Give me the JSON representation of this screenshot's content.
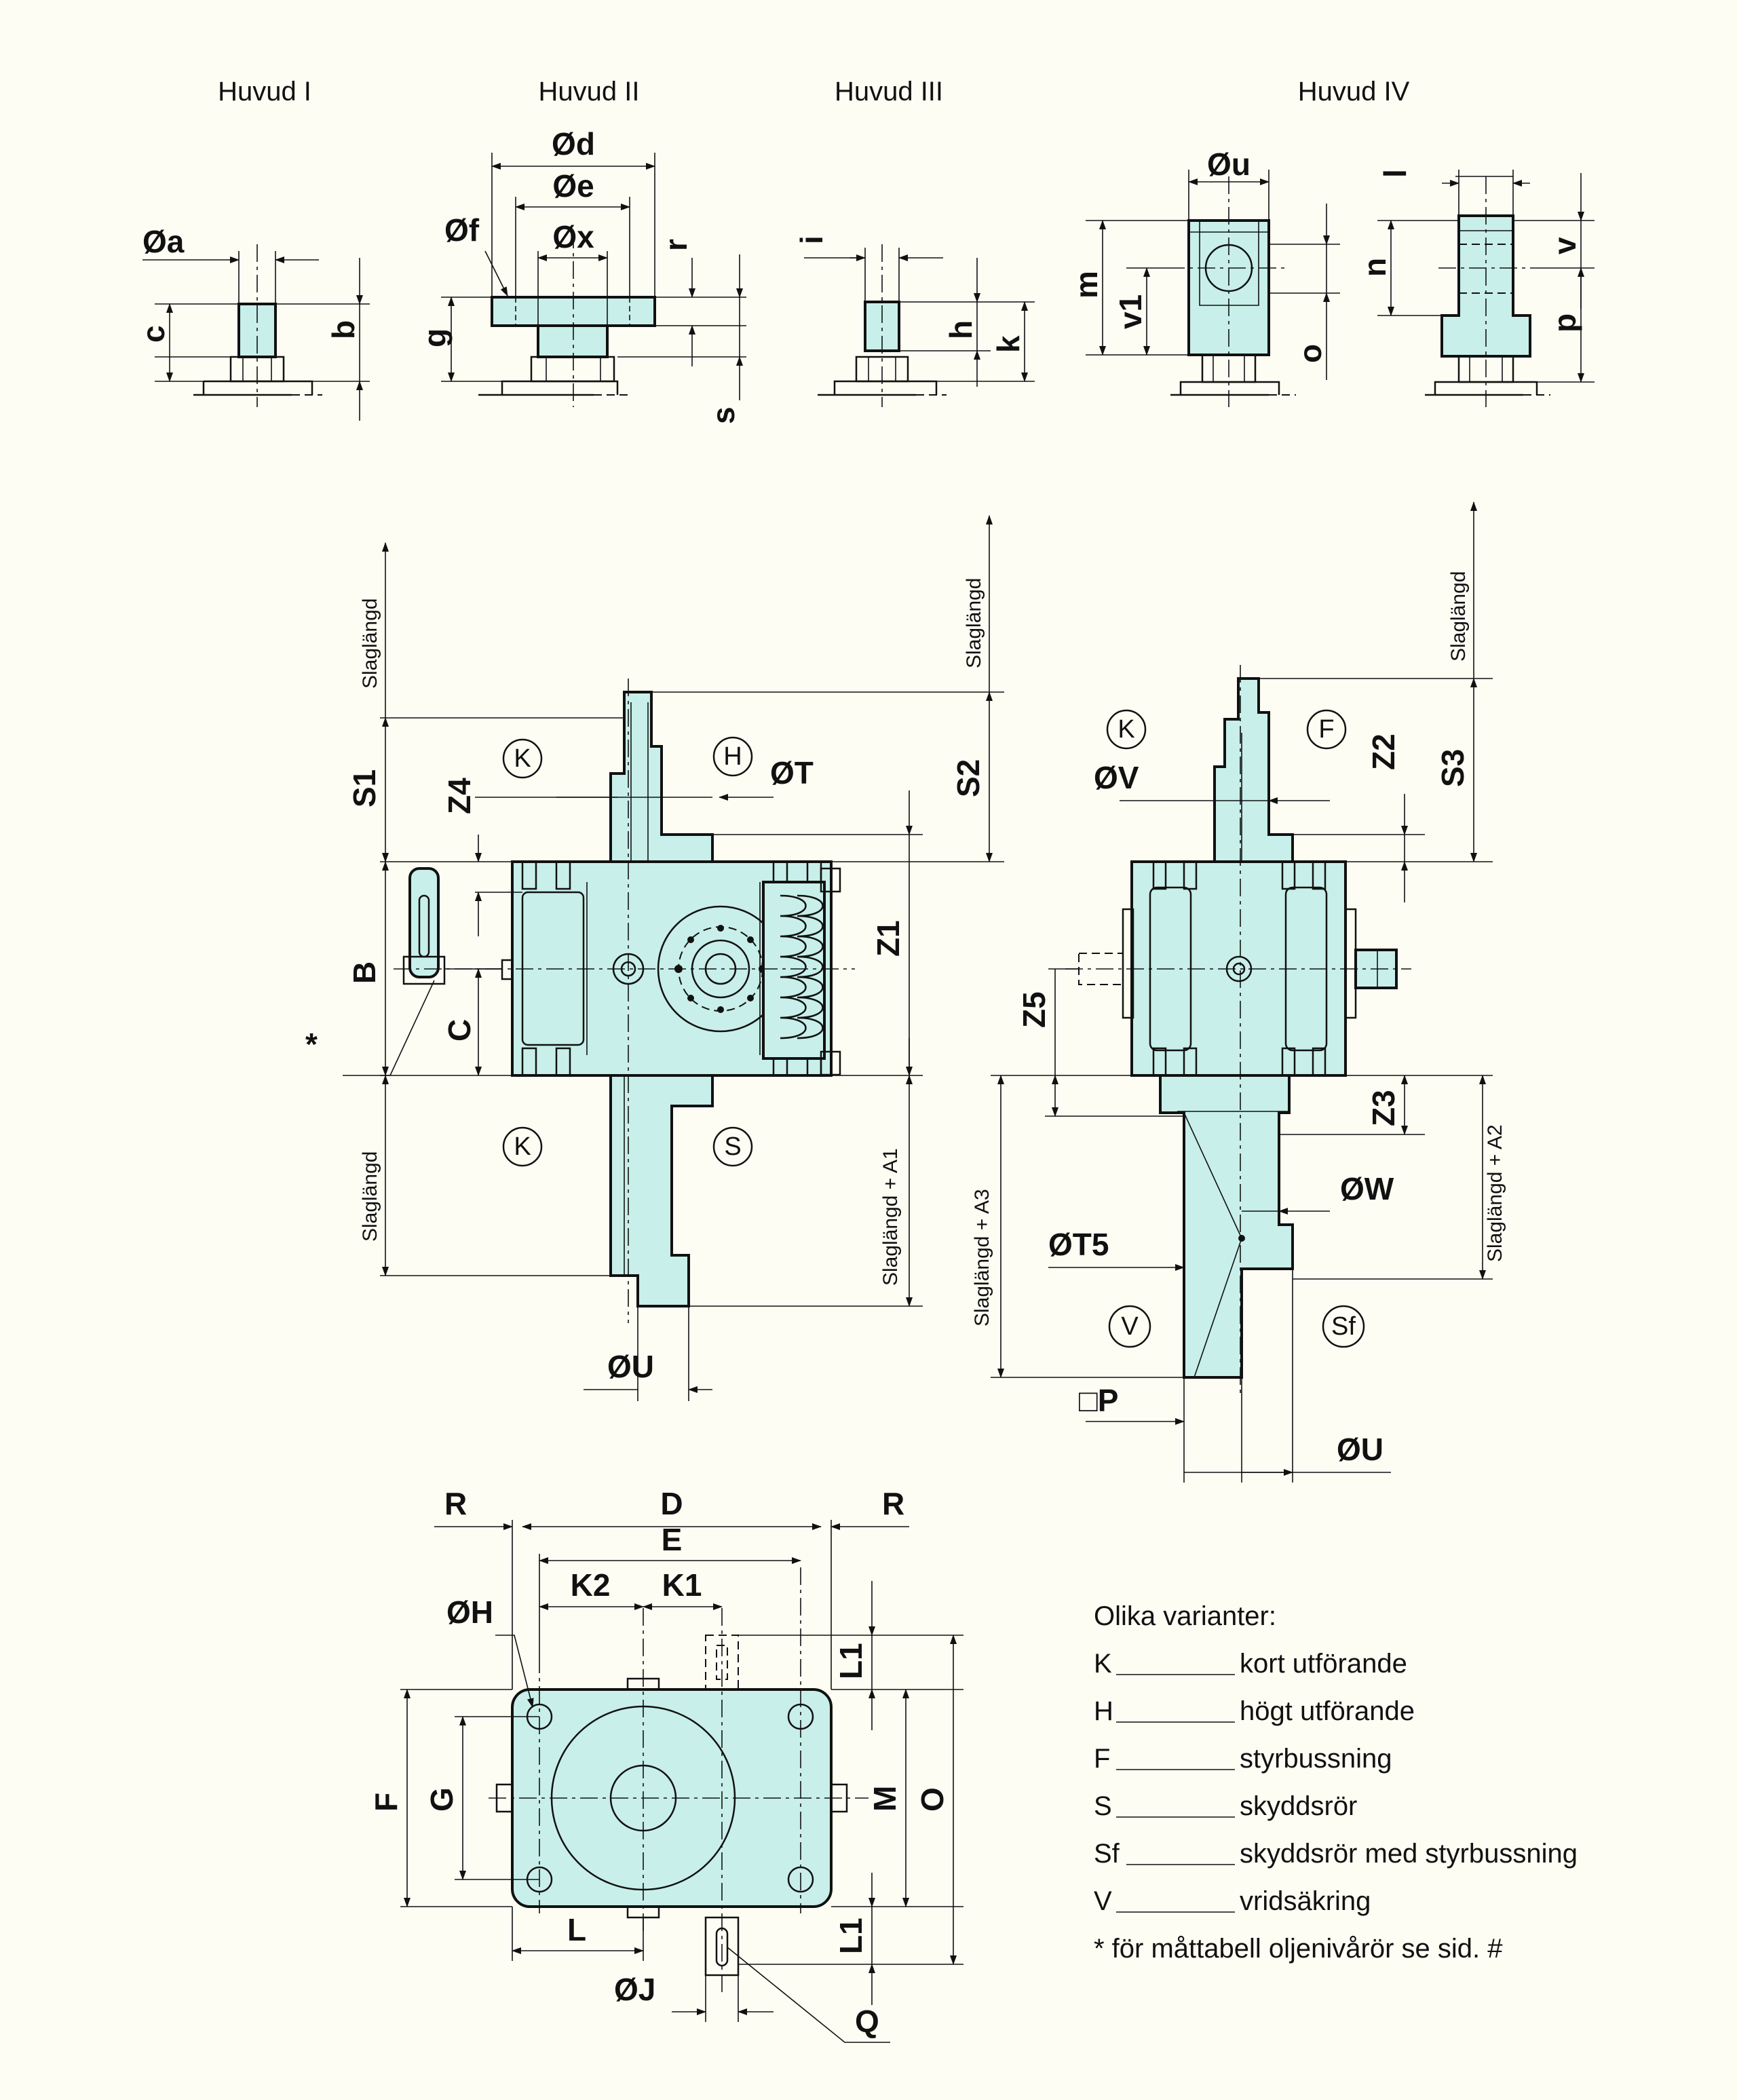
{
  "headings": [
    "Huvud I",
    "Huvud II",
    "Huvud III",
    "Huvud IV"
  ],
  "dimension_labels": {
    "a": "Øa",
    "c": "c",
    "b": "b",
    "d": "Ød",
    "e": "Øe",
    "f": "Øf",
    "x": "Øx",
    "r": "r",
    "g": "g",
    "s": "s",
    "i": "i",
    "h": "h",
    "k": "k",
    "u": "Øu",
    "m": "m",
    "v1": "v1",
    "o": "o",
    "l": "l",
    "n": "n",
    "v": "v",
    "p": "p",
    "S1": "S1",
    "Z4": "Z4",
    "B": "B",
    "C": "C",
    "T": "ØT",
    "S2": "S2",
    "Z1": "Z1",
    "U1": "ØU",
    "V": "ØV",
    "Z2": "Z2",
    "S3": "S3",
    "Z5": "Z5",
    "Z3": "Z3",
    "W": "ØW",
    "T5": "ØT5",
    "P": "□P",
    "U2": "ØU",
    "R1": "R",
    "D": "D",
    "R2": "R",
    "E": "E",
    "K2": "K2",
    "K1": "K1",
    "H": "ØH",
    "L1a": "L1",
    "F": "F",
    "G": "G",
    "M": "M",
    "O": "O",
    "L": "L",
    "L1b": "L1",
    "J": "ØJ",
    "Q": "Q",
    "star": "*"
  },
  "slaglangd": {
    "top_left": "Slaglängd",
    "bottom_left": "Slaglängd",
    "top_mid": "Slaglängd",
    "right_a1": "Slaglängd + A1",
    "top_right": "Slaglängd",
    "left_a3": "Slaglängd + A3",
    "right_a2": "Slaglängd + A2"
  },
  "variant_markers": {
    "k1": "K",
    "h": "H",
    "k2": "K",
    "s": "S",
    "k3": "K",
    "f": "F",
    "v": "V",
    "sf": "Sf"
  },
  "legend": {
    "title": "Olika varianter:",
    "items": [
      {
        "code": "K",
        "desc": "kort utförande"
      },
      {
        "code": "H",
        "desc": "högt utförande"
      },
      {
        "code": "F",
        "desc": "styrbussning"
      },
      {
        "code": "S",
        "desc": "skyddsrör"
      },
      {
        "code": "Sf",
        "desc": "skyddsrör med styrbussning"
      },
      {
        "code": "V",
        "desc": "vridsäkring"
      }
    ],
    "footnote": "* för måttabell oljenivårör se sid. #"
  },
  "colors": {
    "body_fill": "#c8efe9",
    "line": "#111111",
    "background": "#fdfdf4"
  }
}
